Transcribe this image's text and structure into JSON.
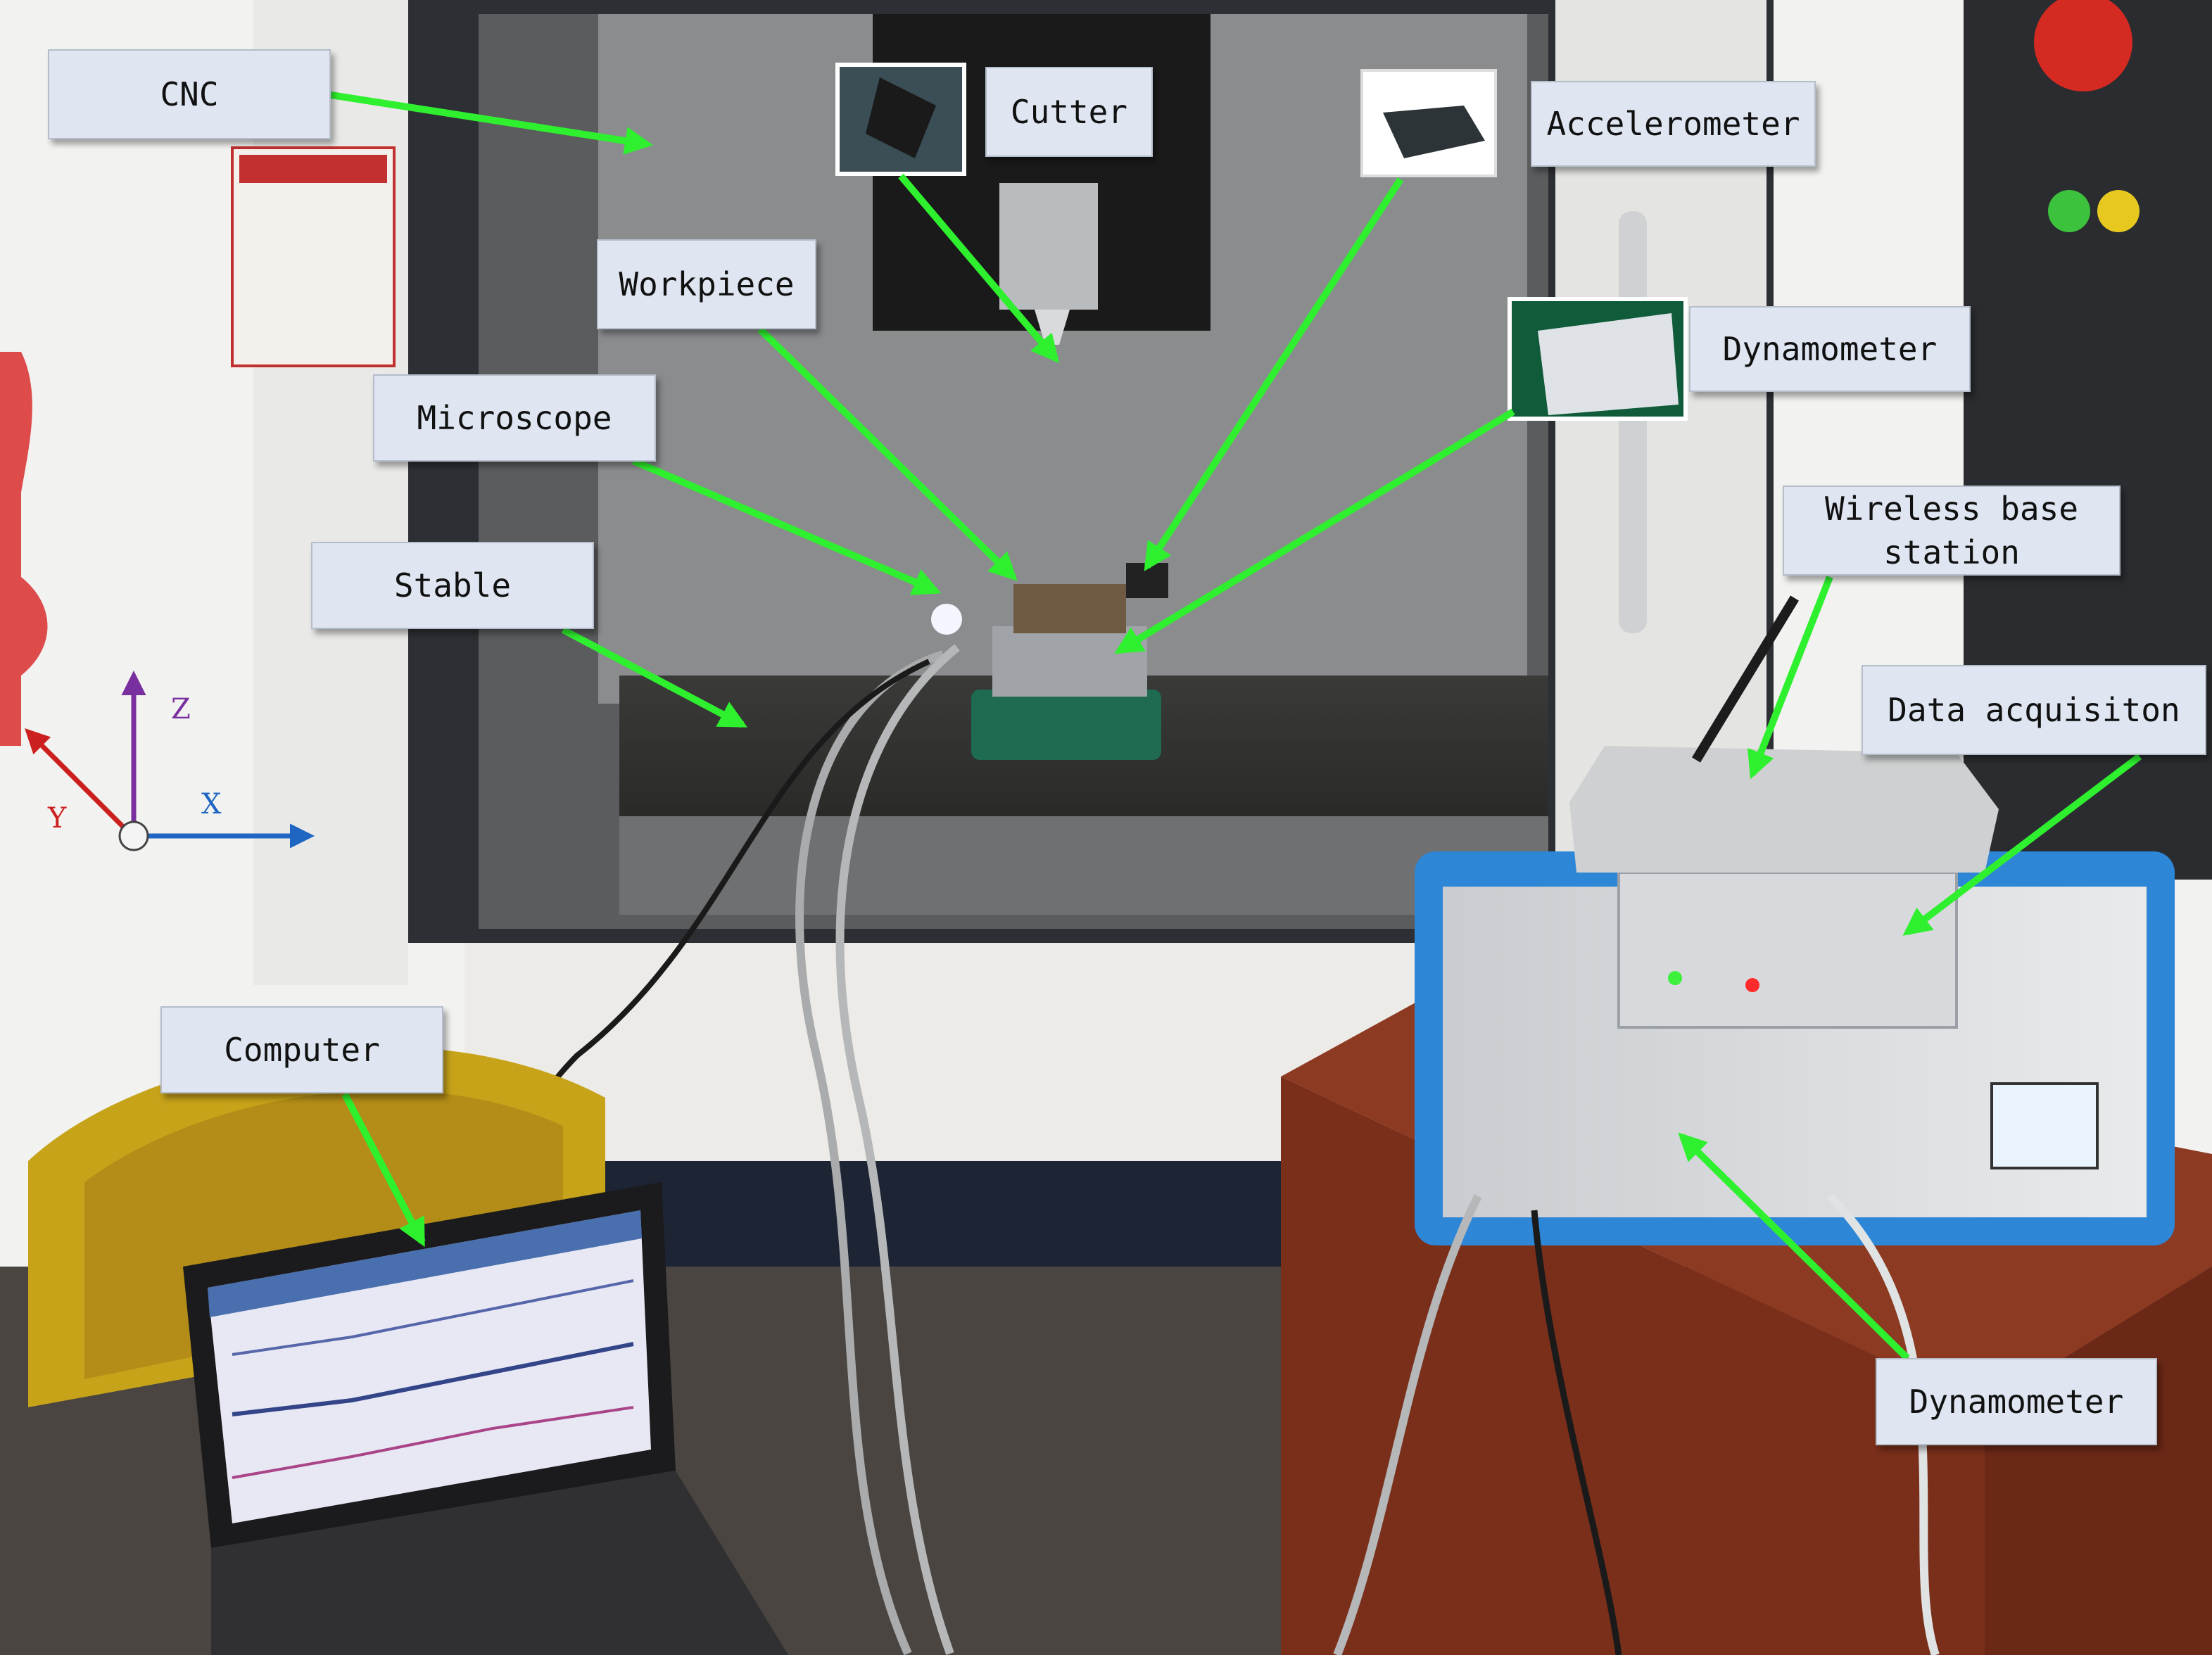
{
  "labels": {
    "cnc": "CNC",
    "cutter": "Cutter",
    "accelerometer": "Accelerometer",
    "workpiece": "Workpiece",
    "dynamometer_top": "Dynamometer",
    "microscope": "Microscope",
    "stable": "Stable",
    "wireless_line1": "Wireless base",
    "wireless_line2": "station",
    "data_acquisition": "Data acquisiton",
    "computer": "Computer",
    "dynamometer_bottom": "Dynamometer"
  },
  "axes": {
    "z": "Z",
    "y": "Y",
    "x": "X"
  },
  "colors": {
    "arrow": "#2ff02f",
    "callout_fill": "#dfe6f2",
    "axis_z": "#7a2fa0",
    "axis_y": "#cc2020",
    "axis_x": "#1f66c2"
  }
}
